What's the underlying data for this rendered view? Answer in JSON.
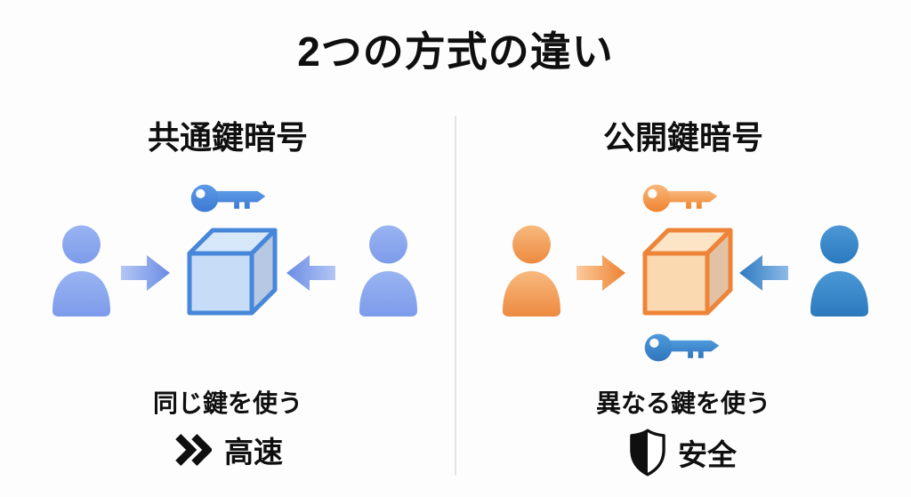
{
  "title": "2つの方式の違い",
  "left_panel": {
    "heading": "共通鍵暗号",
    "caption": "同じ鍵を使う",
    "badge": "高速",
    "icons": {
      "key": "key-icon",
      "sender": "person-icon",
      "receiver": "person-icon",
      "box": "cube-icon",
      "arrows": "arrow-icon",
      "badge_icon": "double-chevron-icon"
    }
  },
  "right_panel": {
    "heading": "公開鍵暗号",
    "caption": "異なる鍵を使う",
    "badge": "安全",
    "icons": {
      "public_key": "key-icon",
      "private_key": "key-icon",
      "sender": "person-icon",
      "receiver": "person-icon",
      "box": "cube-icon",
      "arrows": "arrow-icon",
      "badge_icon": "shield-icon"
    }
  },
  "colors": {
    "background": "#FDFDFD",
    "text": "#0F0F0F",
    "divider": "#E4E4E6",
    "left_key_blue": "#3C7AD4",
    "left_person_blue": "#7C9BEA",
    "left_arrow_blue": "#6A8CE4",
    "left_cube_fill": "#C6DCF7",
    "left_cube_border": "#4687D9",
    "orange_accent": "#EE8434",
    "orange_light": "#F8B97E",
    "orange_cube_fill": "#FAD8B0",
    "orange_cube_border": "#EE8438",
    "right_blue": "#2E7AC0",
    "right_key_blue": "#3076BE"
  }
}
